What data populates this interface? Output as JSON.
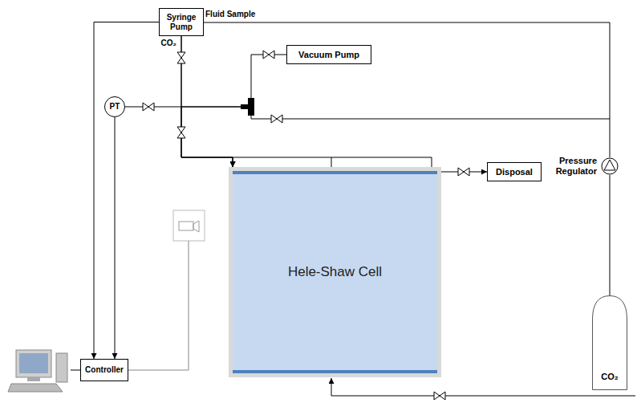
{
  "diagram": {
    "nodes": [
      {
        "text": [
          "Syringe Pump"
        ]
      },
      {
        "text": [
          "Vacuum Pump"
        ]
      },
      {
        "text": [
          "PT"
        ]
      },
      {
        "text": [
          "Disposal"
        ]
      },
      {
        "text": [
          "Pressure Regulator"
        ]
      },
      {
        "text": [
          "Hele-Shaw Cell"
        ]
      },
      {
        "text": [
          "CO₂"
        ]
      },
      {
        "text": [
          "Controller"
        ]
      }
    ],
    "edges": [
      {
        "from": 0,
        "to": 7,
        "arrow": "to"
      },
      {
        "from": 0,
        "to": 5,
        "arrow": "to"
      },
      {
        "from": 2,
        "to": 0,
        "arrow": "none"
      },
      {
        "from": 2,
        "to": 7,
        "arrow": "to"
      },
      {
        "from": 1,
        "to": 5,
        "arrow": "to"
      },
      {
        "from": 4,
        "to": 5,
        "arrow": "to"
      },
      {
        "from": 5,
        "to": 3,
        "arrow": "to"
      },
      {
        "from": 6,
        "to": 4,
        "arrow": "none"
      }
    ],
    "labels": [
      "Fluid Sample",
      "CO₂"
    ]
  }
}
